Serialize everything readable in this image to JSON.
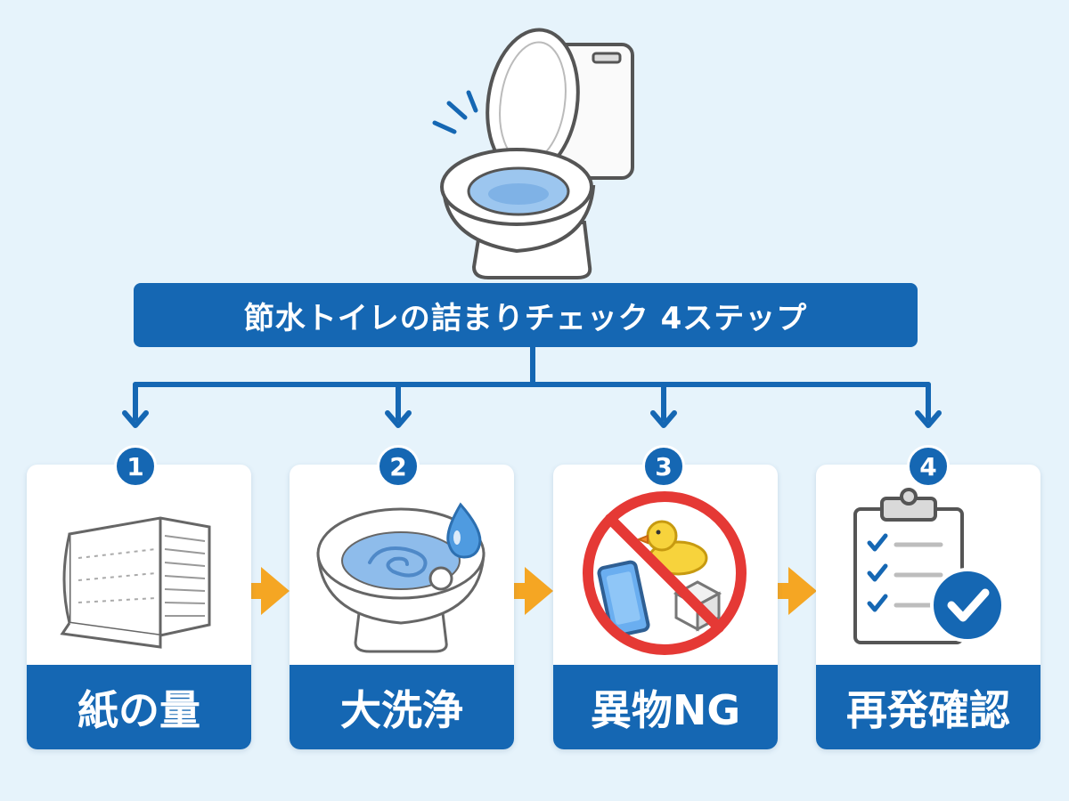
{
  "title": "節水トイレの詰まりチェック 4ステップ",
  "colors": {
    "primary": "#1567b3",
    "arrow": "#f5a623",
    "background": "#e6f3fb",
    "water": "#7fb2e6",
    "no_sign": "#e53935",
    "duck": "#f7d33c"
  },
  "steps": [
    {
      "number": "1",
      "label": "紙の量",
      "icon": "toilet-paper-stack-icon"
    },
    {
      "number": "2",
      "label": "大洗浄",
      "icon": "toilet-flush-water-drop-icon"
    },
    {
      "number": "3",
      "label": "異物NG",
      "icon": "no-foreign-objects-icon"
    },
    {
      "number": "4",
      "label": "再発確認",
      "icon": "clipboard-checklist-icon"
    }
  ]
}
